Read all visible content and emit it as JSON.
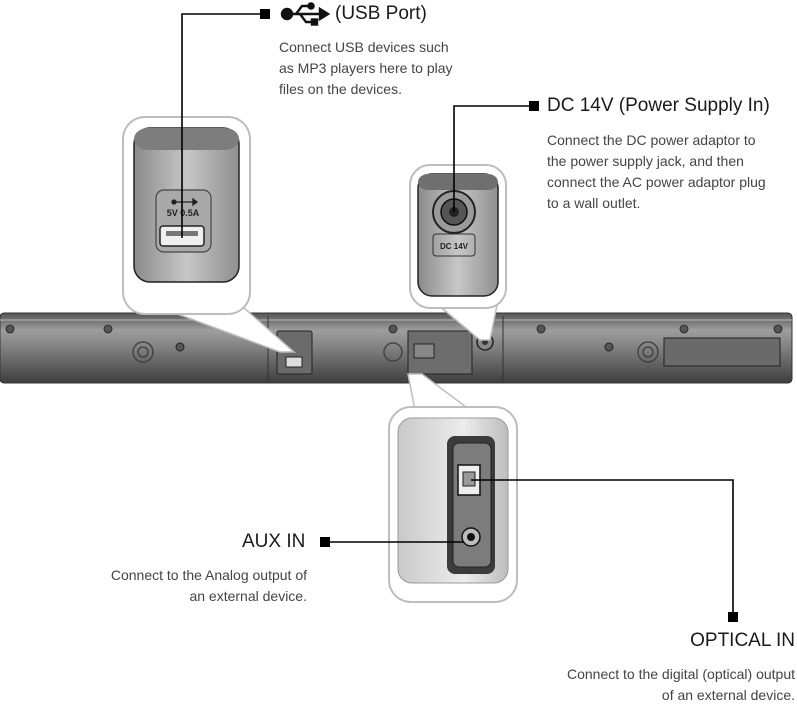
{
  "usb": {
    "title": "(USB Port)",
    "icon": "usb-icon",
    "desc": [
      "Connect USB devices such",
      "as MP3 players here to play",
      "files on the devices."
    ],
    "panel_label": "5V 0.5A"
  },
  "dc": {
    "title": "DC 14V (Power Supply In)",
    "desc": [
      "Connect the DC power adaptor to",
      "the power supply jack, and then",
      "connect the AC power adaptor plug",
      "to a wall outlet."
    ],
    "panel_label": "DC 14V"
  },
  "aux": {
    "title": "AUX IN",
    "desc": [
      "Connect to the Analog output of",
      "an external device."
    ]
  },
  "optical": {
    "title": "OPTICAL IN",
    "desc": [
      "Connect to the digital (optical) output",
      "of an external device."
    ]
  },
  "colors": {
    "bar_dark": "#3a3a3a",
    "panel_gray": "#9a9a9a",
    "callout_border": "#bdbdbd",
    "leader": "#000000"
  }
}
